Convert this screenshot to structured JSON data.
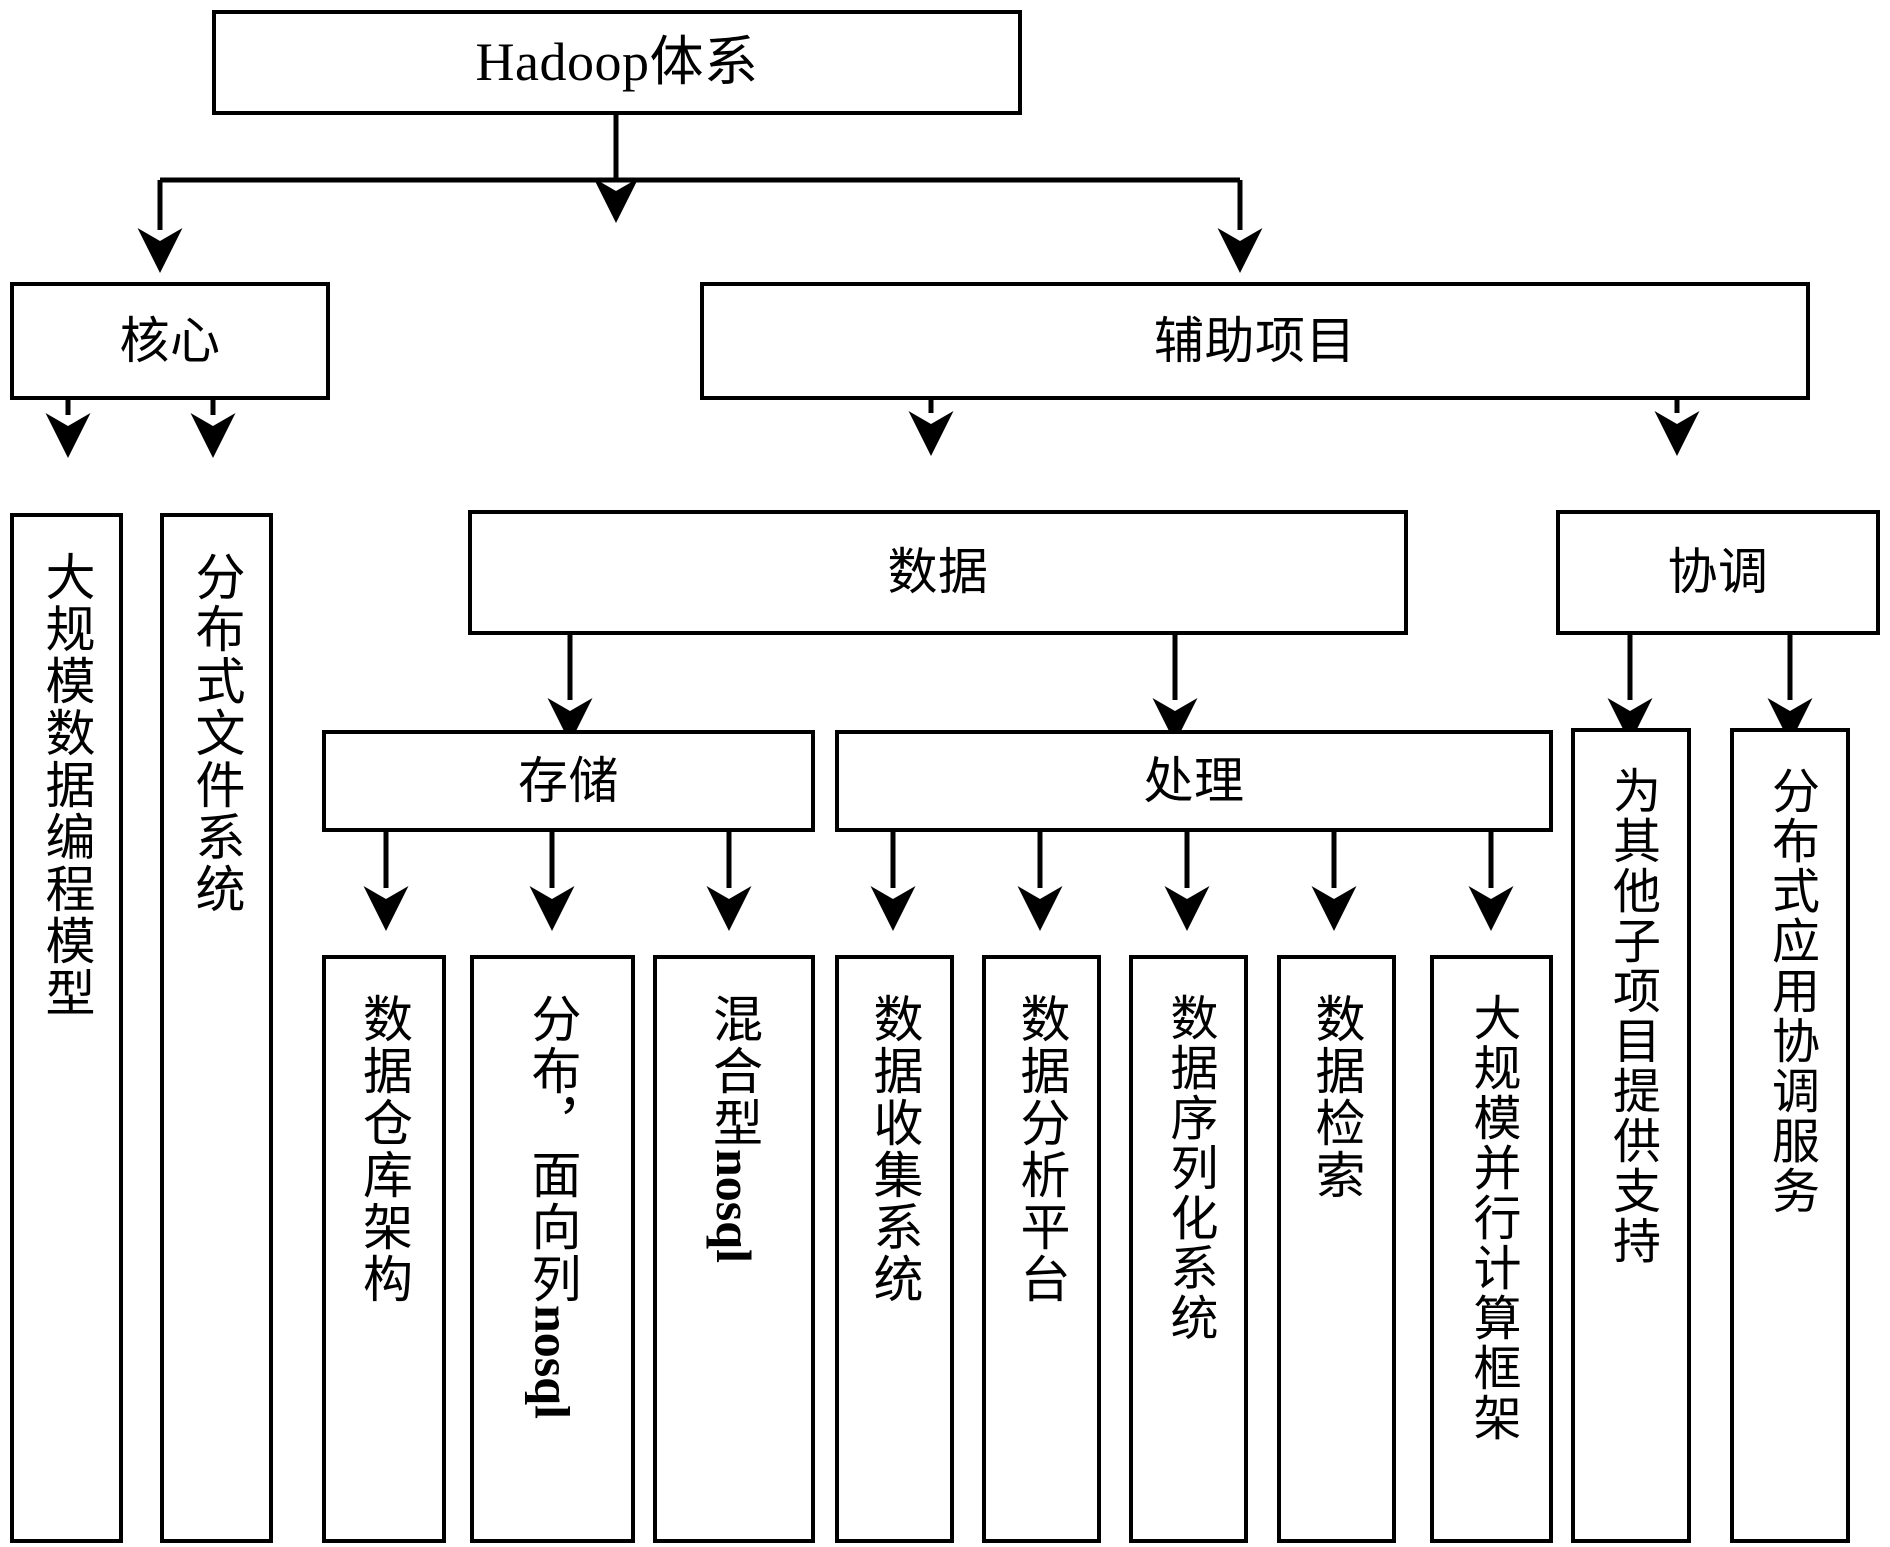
{
  "diagram": {
    "title": "Hadoop体系",
    "type": "hierarchy-tree",
    "orientation": "top-down",
    "colors": {
      "stroke": "#000000",
      "fill": "#ffffff",
      "text": "#000000"
    },
    "levels": [
      {
        "name": "root",
        "nodes": [
          "root"
        ]
      },
      {
        "name": "level-1",
        "nodes": [
          "core",
          "aux"
        ]
      },
      {
        "name": "level-2",
        "nodes": [
          "data",
          "coord"
        ]
      },
      {
        "name": "level-3",
        "nodes": [
          "storage",
          "processing"
        ]
      },
      {
        "name": "leaves",
        "nodes": [
          "leaf-1",
          "leaf-2",
          "leaf-3",
          "leaf-4",
          "leaf-5",
          "leaf-6",
          "leaf-7",
          "leaf-8",
          "leaf-9",
          "leaf-10",
          "leaf-11",
          "leaf-12"
        ]
      }
    ]
  },
  "nodes": {
    "root": {
      "id": "root",
      "label": "Hadoop体系",
      "orientation": "horizontal"
    },
    "core": {
      "id": "core",
      "label": "核心",
      "orientation": "horizontal"
    },
    "aux": {
      "id": "aux",
      "label": "辅助项目",
      "orientation": "horizontal"
    },
    "data": {
      "id": "data",
      "label": "数据",
      "orientation": "horizontal"
    },
    "coord": {
      "id": "coord",
      "label": "协调",
      "orientation": "horizontal"
    },
    "storage": {
      "id": "storage",
      "label": "存储",
      "orientation": "horizontal"
    },
    "processing": {
      "id": "processing",
      "label": "处理",
      "orientation": "horizontal"
    },
    "leaf1": {
      "id": "leaf1",
      "label": "大规模数据编程模型",
      "orientation": "vertical",
      "parent": "core"
    },
    "leaf2": {
      "id": "leaf2",
      "label": "分布式文件系统",
      "orientation": "vertical",
      "parent": "core"
    },
    "leaf3": {
      "id": "leaf3",
      "label": "数据仓库架构",
      "orientation": "vertical",
      "parent": "storage"
    },
    "leaf4": {
      "id": "leaf4",
      "label_pre": "分布，面向列",
      "label_latin": "nosql",
      "orientation": "vertical",
      "parent": "storage"
    },
    "leaf5": {
      "id": "leaf5",
      "label_pre": "混合型",
      "label_latin": "nosql",
      "orientation": "vertical",
      "parent": "storage"
    },
    "leaf6": {
      "id": "leaf6",
      "label": "数据收集系统",
      "orientation": "vertical",
      "parent": "processing"
    },
    "leaf7": {
      "id": "leaf7",
      "label": "数据分析平台",
      "orientation": "vertical",
      "parent": "processing"
    },
    "leaf8": {
      "id": "leaf8",
      "label": "数据序列化系统",
      "orientation": "vertical",
      "parent": "processing"
    },
    "leaf9": {
      "id": "leaf9",
      "label": "数据检索",
      "orientation": "vertical",
      "parent": "processing"
    },
    "leaf10": {
      "id": "leaf10",
      "label": "大规模并行计算框架",
      "orientation": "vertical",
      "parent": "processing"
    },
    "leaf11": {
      "id": "leaf11",
      "label": "为其他子项目提供支持",
      "orientation": "vertical",
      "parent": "coord"
    },
    "leaf12": {
      "id": "leaf12",
      "label": "分布式应用协调服务",
      "orientation": "vertical",
      "parent": "coord"
    }
  },
  "edges": [
    {
      "from": "root",
      "to": "core"
    },
    {
      "from": "root",
      "to": "aux"
    },
    {
      "from": "aux",
      "to": "data"
    },
    {
      "from": "aux",
      "to": "coord"
    },
    {
      "from": "data",
      "to": "storage"
    },
    {
      "from": "data",
      "to": "processing"
    },
    {
      "from": "core",
      "to": "leaf1"
    },
    {
      "from": "core",
      "to": "leaf2"
    },
    {
      "from": "storage",
      "to": "leaf3"
    },
    {
      "from": "storage",
      "to": "leaf4"
    },
    {
      "from": "storage",
      "to": "leaf5"
    },
    {
      "from": "processing",
      "to": "leaf6"
    },
    {
      "from": "processing",
      "to": "leaf7"
    },
    {
      "from": "processing",
      "to": "leaf8"
    },
    {
      "from": "processing",
      "to": "leaf9"
    },
    {
      "from": "processing",
      "to": "leaf10"
    },
    {
      "from": "coord",
      "to": "leaf11"
    },
    {
      "from": "coord",
      "to": "leaf12"
    }
  ]
}
